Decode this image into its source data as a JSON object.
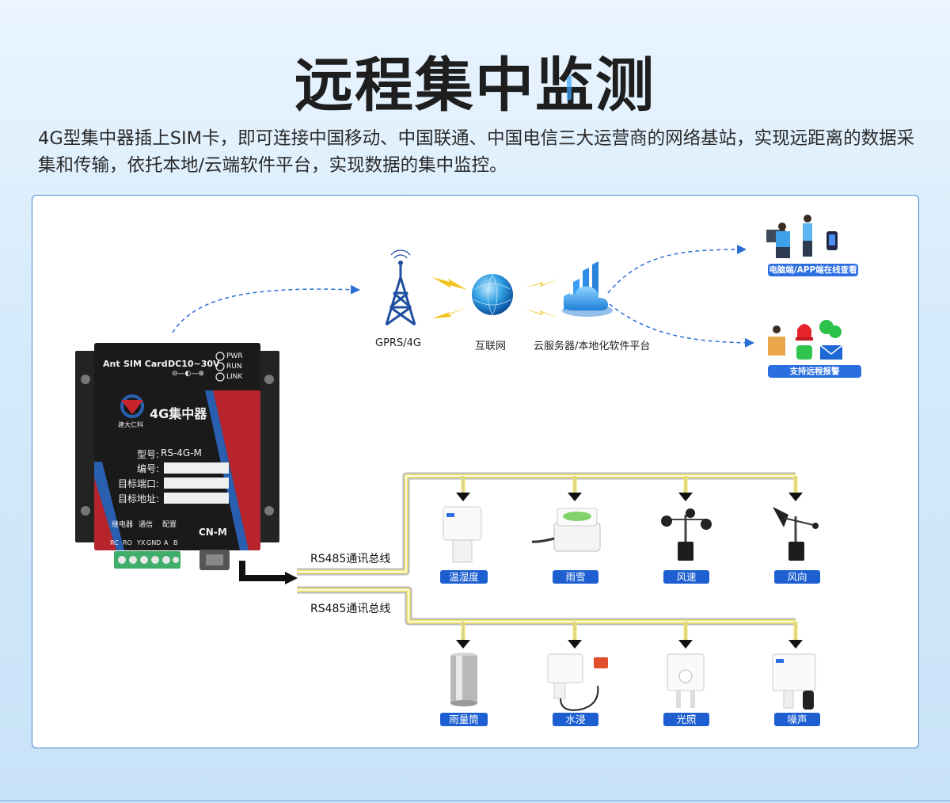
{
  "title": "远程集中监测",
  "description": "4G型集中器插上SIM卡，即可连接中国移动、中国联通、中国电信三大运营商的网络基站，实现远距离的数据采集和传输，依托本地/云端软件平台，实现数据的集中监控。",
  "network": {
    "gprs_label": "GPRS/4G",
    "internet_label": "互联网",
    "cloud_label": "云服务器/本地化软件平台"
  },
  "remote": {
    "view_label": "电脑端/APP端在线查看",
    "alarm_label": "支持远程报警"
  },
  "device": {
    "ant": "Ant",
    "sim": "SIM Card",
    "dc": "DC10~30V",
    "dc_symbol": "⊖—◐—⊕",
    "leds": [
      "PWR",
      "RUN",
      "LINK"
    ],
    "brand_title": "4G集中器",
    "logo_sub": "建大仁科",
    "model_label": "型号:",
    "model_value": "RS-4G-M",
    "fields": [
      "编号:",
      "目标端口:",
      "目标地址:"
    ],
    "port_groups": [
      "继电器",
      "通信",
      "配置"
    ],
    "pins": [
      "RC",
      "RO",
      "YX",
      "GND",
      "A",
      "B"
    ],
    "port_label": "CN-M"
  },
  "bus_labels": [
    "RS485通讯总线",
    "RS485通讯总线"
  ],
  "sensors_row1": [
    "温湿度",
    "雨雪",
    "风速",
    "风向"
  ],
  "sensors_row2": [
    "雨量筒",
    "水浸",
    "光照",
    "噪声"
  ],
  "colors": {
    "accent": "#1d5fd0",
    "device_red": "#b8242c",
    "bus_yellow": "#f0e46a",
    "bolt": "#f3c21b",
    "tower": "#1f4fa0"
  }
}
